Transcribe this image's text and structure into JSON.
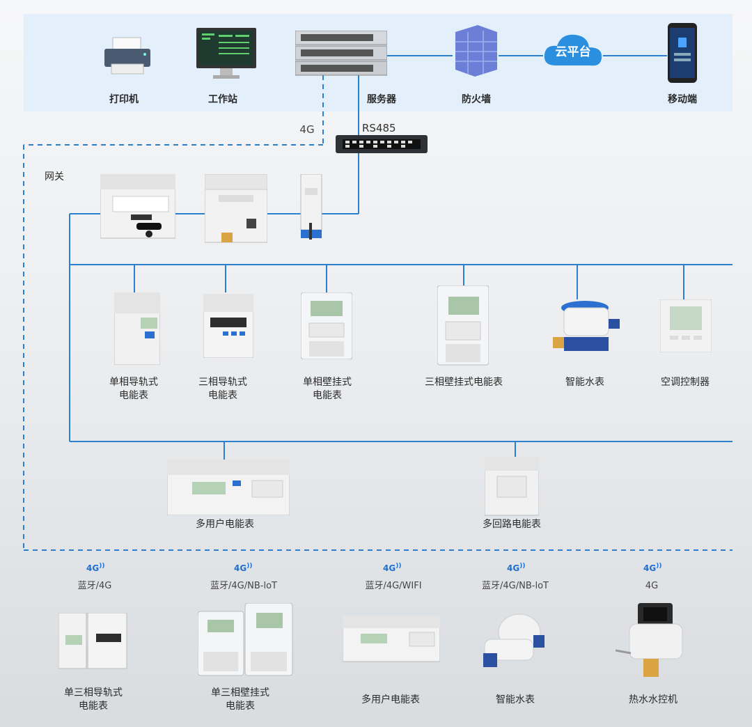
{
  "top_row": {
    "printer": "打印机",
    "workstation": "工作站",
    "server": "服务器",
    "firewall": "防火墙",
    "cloud": "云平台",
    "mobile": "移动端"
  },
  "links": {
    "g4": "4G",
    "rs485": "RS485",
    "gateway": "网关"
  },
  "lan_devices": [
    {
      "label": "单相导轨式\n电能表"
    },
    {
      "label": "三相导轨式\n电能表"
    },
    {
      "label": "单相壁挂式\n电能表"
    },
    {
      "label": "三相壁挂式电能表"
    },
    {
      "label": "智能水表"
    },
    {
      "label": "空调控制器"
    }
  ],
  "lan_devices_row2": [
    {
      "label": "多用户电能表"
    },
    {
      "label": "多回路电能表"
    }
  ],
  "wireless_badge": "4G",
  "wireless_devices": [
    {
      "proto": "蓝牙/4G",
      "label": "单三相导轨式\n电能表"
    },
    {
      "proto": "蓝牙/4G/NB-loT",
      "label": "单三相壁挂式\n电能表"
    },
    {
      "proto": "蓝牙/4G/WIFI",
      "label": "多用户电能表"
    },
    {
      "proto": "蓝牙/4G/NB-loT",
      "label": "智能水表"
    },
    {
      "proto": "4G",
      "label": "热水水控机"
    }
  ],
  "colors": {
    "accent": "#1f6fd1",
    "band": "#e3f0fb",
    "wire": "#2a7fcf"
  }
}
